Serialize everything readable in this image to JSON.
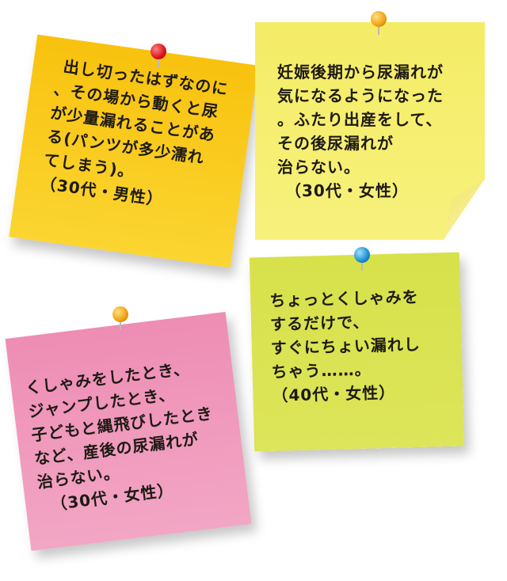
{
  "notes": [
    {
      "color": "#f8c20e",
      "pin_color": "#d9131b",
      "lines": [
        "出し切ったはずなのに",
        "、その場から動くと尿",
        "が少量漏れることがあ",
        "る(パンツが多少濡れ",
        "てしまう)。",
        "（30代・男性）"
      ]
    },
    {
      "color": "#f4ec66",
      "pin_color": "#f0a012",
      "lines": [
        "妊娠後期から尿漏れが",
        "気になるようになった",
        "。ふたり出産をして、",
        "その後尿漏れが",
        "治らない。",
        "（30代・女性）"
      ]
    },
    {
      "color": "#d7e14a",
      "pin_color": "#1a8ed0",
      "lines": [
        "ちょっとくしゃみを",
        "するだけで、",
        "すぐにちょい漏れし",
        "ちゃう……。",
        "（40代・女性）"
      ]
    },
    {
      "color": "#ee8db4",
      "pin_color": "#f0a012",
      "lines": [
        "くしゃみをしたとき、",
        "ジャンプしたとき、",
        "子どもと縄飛びしたとき",
        "など、産後の尿漏れが",
        "治らない。",
        "（30代・女性）"
      ]
    }
  ]
}
